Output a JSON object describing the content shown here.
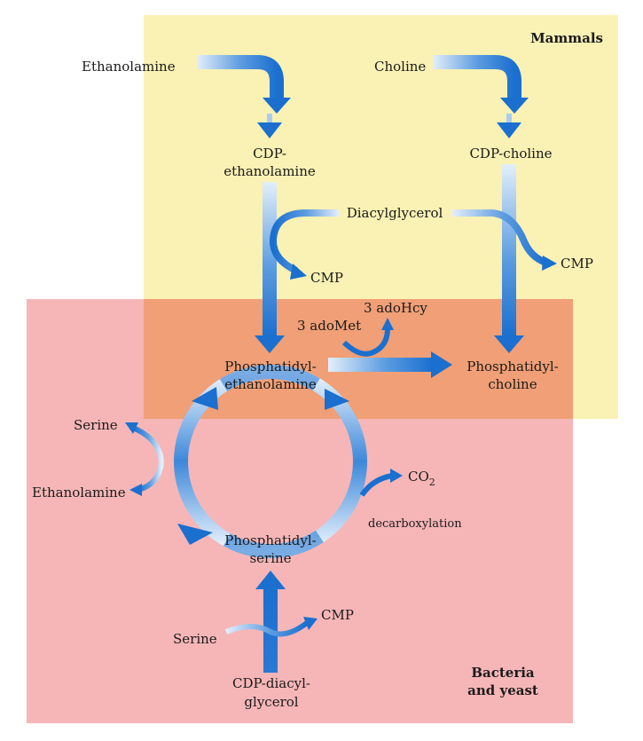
{
  "colors": {
    "mammals_region": "#faf1b4",
    "bacteria_region": "#f6b6b8",
    "overlap_region": "#f09f76",
    "arrow_blue": "#1a6fcf",
    "arrow_light": "#d6e8f8"
  },
  "regions": {
    "mammals": "Mammals",
    "bacteria_line1": "Bacteria",
    "bacteria_line2": "and yeast"
  },
  "labels": {
    "ethanolamine_top": "Ethanolamine",
    "choline": "Choline",
    "cdp_ethanolamine_line1": "CDP-",
    "cdp_ethanolamine_line2": "ethanolamine",
    "cdp_choline": "CDP-choline",
    "diacylglycerol": "Diacylglycerol",
    "cmp_left": "CMP",
    "cmp_right": "CMP",
    "adohcy": "3 adoHcy",
    "adomet": "3 adoMet",
    "pe_line1": "Phosphatidyl-",
    "pe_line2": "ethanolamine",
    "pc_line1": "Phosphatidyl-",
    "pc_line2": "choline",
    "serine_exchange": "Serine",
    "ethanolamine_exchange": "Ethanolamine",
    "co2": "CO",
    "co2_sub": "2",
    "decarboxylation": "decarboxylation",
    "ps_line1": "Phosphatidyl-",
    "ps_line2": "serine",
    "serine_bottom": "Serine",
    "cmp_bottom": "CMP",
    "cdp_diacyl_line1": "CDP-diacyl-",
    "cdp_diacyl_line2": "glycerol"
  }
}
